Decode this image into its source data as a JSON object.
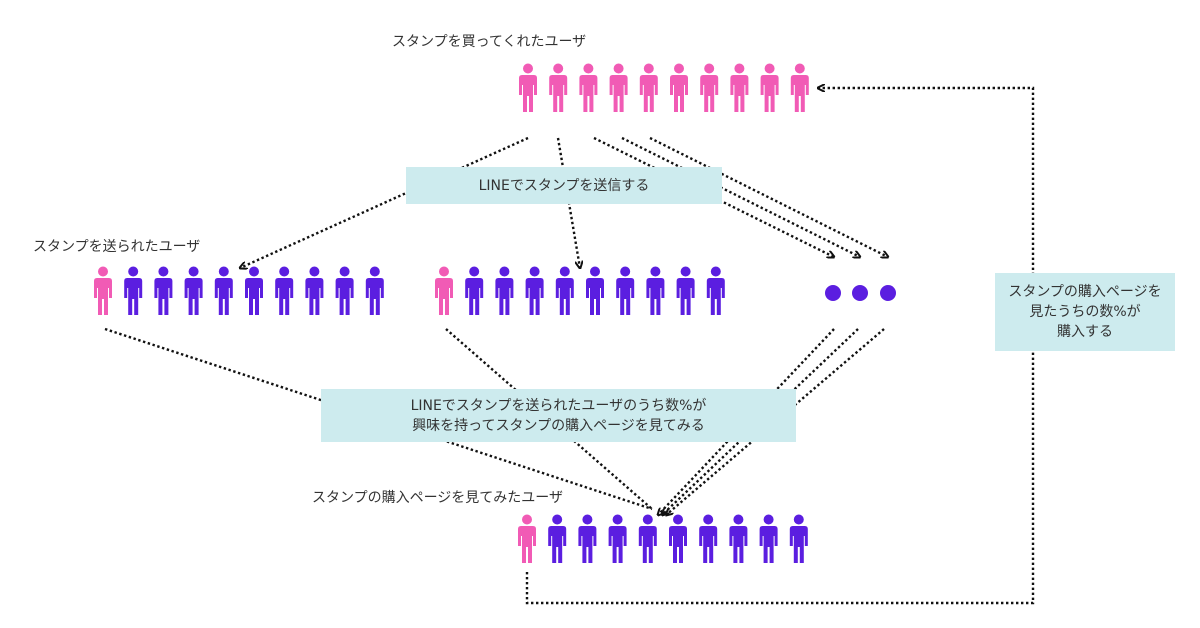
{
  "diagram": {
    "labels": {
      "buyers": "スタンプを買ってくれたユーザ",
      "receivers": "スタンプを送られたユーザ",
      "viewers": "スタンプの購入ページを見てみたユーザ"
    },
    "callouts": {
      "send": "LINEでスタンプを送信する",
      "interest": [
        "LINEでスタンプを送られたユーザのうち数%が",
        "興味を持ってスタンプの購入ページを見てみる"
      ],
      "purchase": [
        "スタンプの購入ページを",
        "見たうちの数%が",
        "購入する"
      ]
    },
    "groups": {
      "buyers": {
        "count": 10,
        "pink": 10
      },
      "receivers_a": {
        "count": 10,
        "pink": 1
      },
      "receivers_b": {
        "count": 10,
        "pink": 1
      },
      "viewers": {
        "count": 10,
        "pink": 1
      }
    },
    "colors": {
      "pink": "#f15bb5",
      "purple": "#5b1ee0",
      "callout_bg": "#cdebee",
      "line": "#111111"
    },
    "icons": {
      "person": "person-icon",
      "more": "ellipsis-icon"
    }
  }
}
